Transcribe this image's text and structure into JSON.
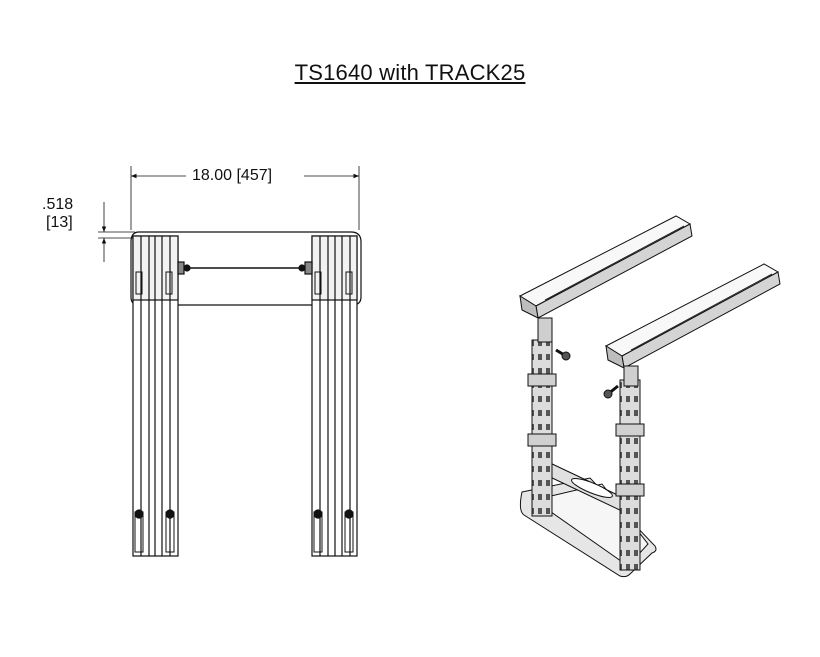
{
  "title": "TS1640 with TRACK25",
  "dimensions": {
    "width": "18.00 [457]",
    "height_in": ".518",
    "height_mm": "[13]"
  }
}
